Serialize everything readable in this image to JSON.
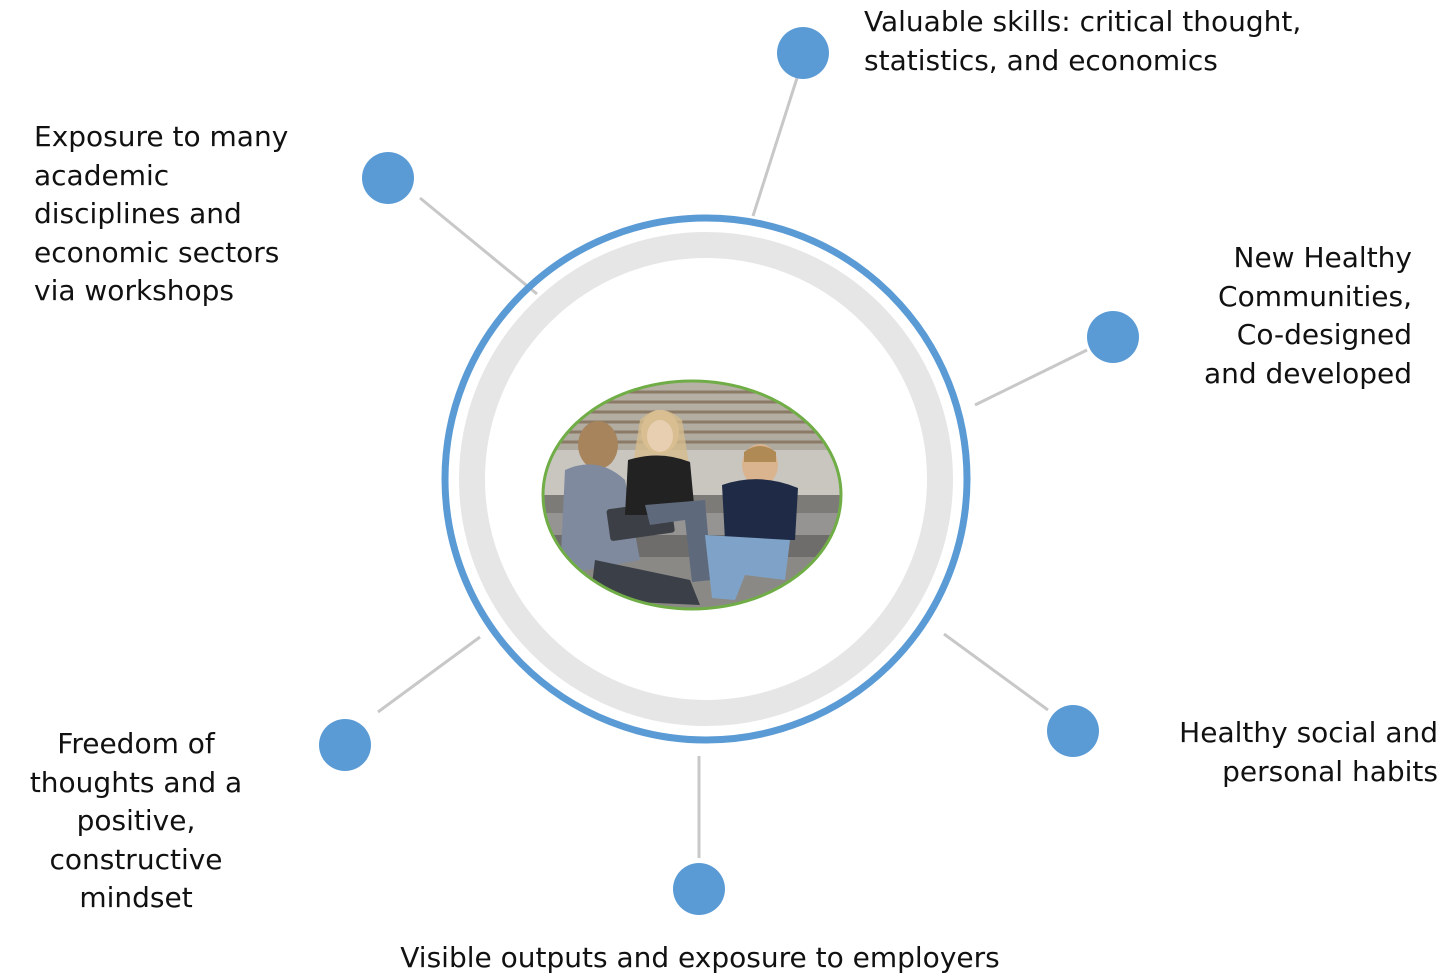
{
  "colors": {
    "node_blue": "#5b9bd5",
    "outer_ring": "#5b9bd5",
    "inner_ring": "#e6e6e6",
    "connector": "#c8c8c8",
    "photo_border": "#70ad47"
  },
  "center": {
    "image": "photo of three students sitting on outdoor steps with a laptop"
  },
  "nodes": [
    {
      "id": "skills",
      "label": "Valuable skills: critical thought,\nstatistics, and economics"
    },
    {
      "id": "exposure",
      "label": "Exposure to many\nacademic\ndisciplines and\neconomic sectors\nvia workshops"
    },
    {
      "id": "communities",
      "label": "New Healthy\nCommunities,\nCo-designed\nand developed"
    },
    {
      "id": "habits",
      "label": "Healthy social and\npersonal habits"
    },
    {
      "id": "freedom",
      "label": "Freedom of\nthoughts and a\npositive,\nconstructive\nmindset"
    },
    {
      "id": "outputs",
      "label": "Visible outputs and exposure to employers"
    }
  ]
}
